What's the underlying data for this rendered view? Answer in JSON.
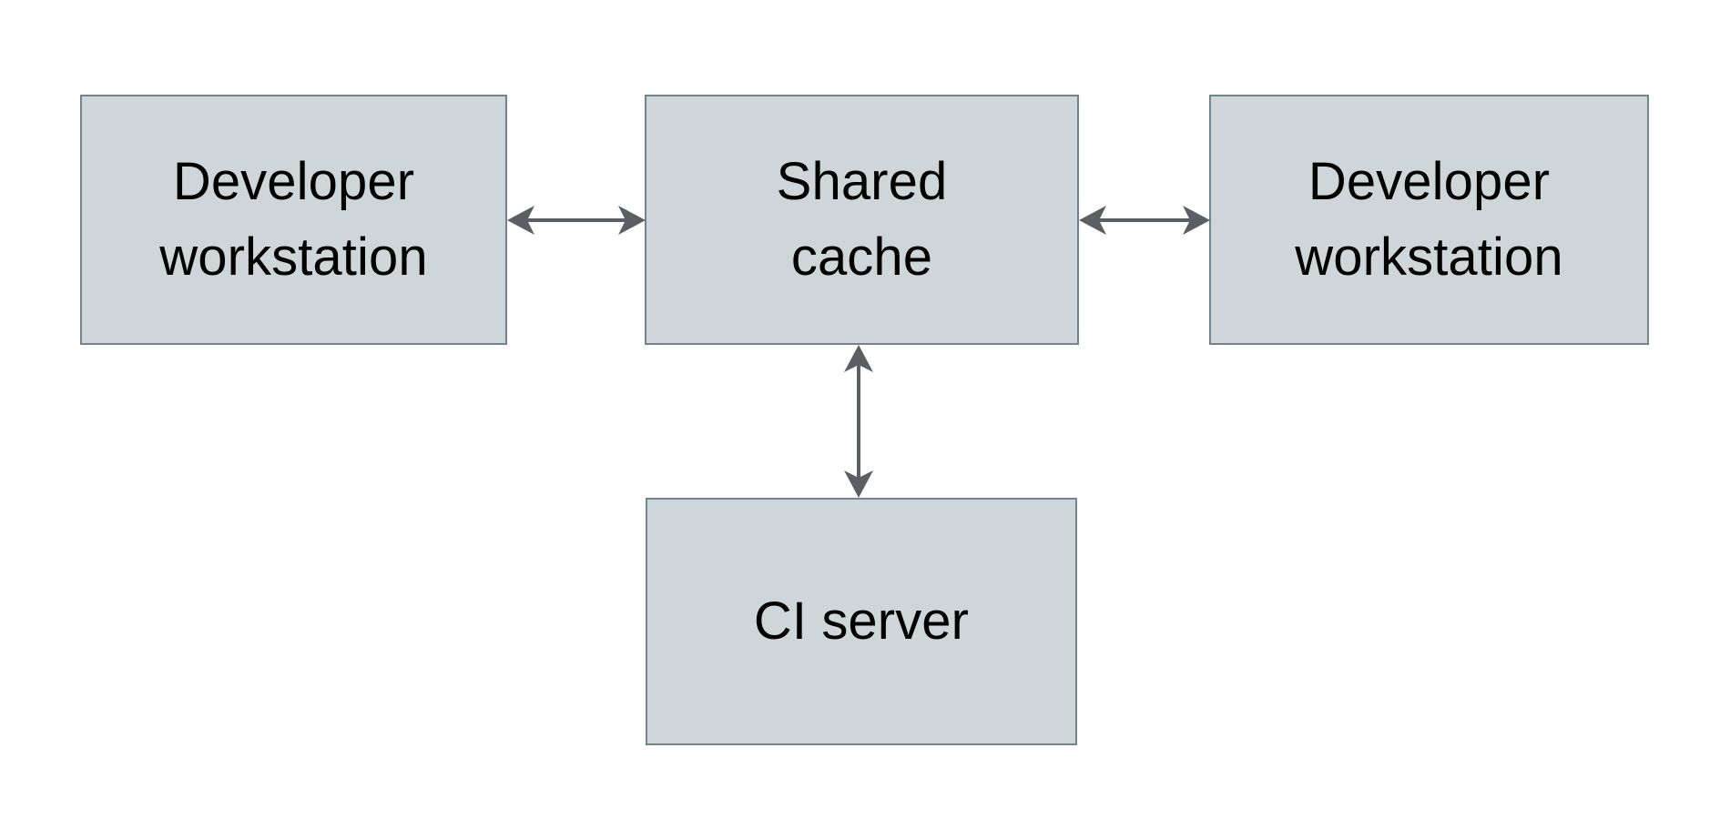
{
  "diagram": {
    "type": "block-diagram",
    "background_color": "#ffffff",
    "node_fill_color": "#ced6d9",
    "node_border_color": "#70838f",
    "edge_color": "#595f63",
    "text_color": "#000000",
    "nodes": [
      {
        "id": "dev-left",
        "label": "Developer\nworkstation",
        "shape": "rectangle",
        "position": "left"
      },
      {
        "id": "shared-cache",
        "label": "Shared\ncache",
        "shape": "rectangle",
        "position": "center"
      },
      {
        "id": "dev-right",
        "label": "Developer\nworkstation",
        "shape": "rectangle",
        "position": "right"
      },
      {
        "id": "ci-server",
        "label": "CI server",
        "shape": "rectangle",
        "position": "bottom-center"
      }
    ],
    "edges": [
      {
        "id": "edge-dev-left-shared",
        "from": "dev-left",
        "to": "shared-cache",
        "arrow": "double",
        "orientation": "horizontal"
      },
      {
        "id": "edge-shared-dev-right",
        "from": "shared-cache",
        "to": "dev-right",
        "arrow": "double",
        "orientation": "horizontal"
      },
      {
        "id": "edge-shared-ci",
        "from": "shared-cache",
        "to": "ci-server",
        "arrow": "double",
        "orientation": "vertical"
      }
    ]
  }
}
